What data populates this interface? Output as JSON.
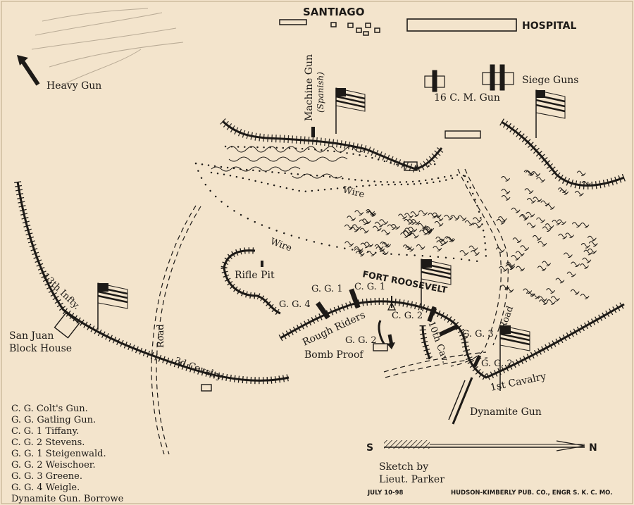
{
  "labels": {
    "santiago": "SANTIAGO",
    "hospital": "HOSPITAL",
    "heavy_gun": "Heavy Gun",
    "machine_gun": "Machine Gun",
    "spanish": "(Spanish)",
    "siege_guns": "Siege Guns",
    "cm_gun_16": "16 C. M. Gun",
    "wire_upper": "Wire",
    "wire_lower": "Wire",
    "fort_roosevelt": "FORT ROOSEVELT",
    "rifle_pit": "Rifle Pit",
    "gg1": "G. G. 1",
    "cg1": "C. G. 1",
    "gg4": "G. G. 4",
    "cg2": "C. G. 2",
    "gg2_center": "G. G. 2",
    "gg3": "G. G. 3",
    "gg2_right": "G. G. 2",
    "rough_riders": "Rough Riders",
    "tenth_cav": "10th Cav.",
    "bomb_proof": "Bomb Proof",
    "thirteenth_infty": "13th Infty.",
    "san_juan_1": "San Juan",
    "san_juan_2": "Block House",
    "road_left": "Road",
    "road_right": "Road",
    "third_cavalry": "3d Cavalry",
    "first_cavalry": "1st Cavalry",
    "dynamite_gun": "Dynamite Gun",
    "sketch_by": "Sketch by",
    "lieut_parker": "Lieut. Parker",
    "date": "JULY 10-98",
    "engraver": "HUDSON-KIMBERLY PUB. CO., ENGR S. K. C. MO.",
    "south": "S",
    "north": "N"
  },
  "legend": [
    "C. G. Colt's Gun.",
    "G. G. Gatling Gun.",
    "C. G. 1 Tiffany.",
    "C. G. 2 Stevens.",
    "G. G. 1 Steigenwald.",
    "G. G. 2 Weischoer.",
    "G. G. 3 Greene.",
    "G. G. 4 Weigle.",
    "Dynamite Gun. Borrowe"
  ],
  "colors": {
    "paper": "#f3e4cc",
    "ink": "#1d1a17"
  }
}
